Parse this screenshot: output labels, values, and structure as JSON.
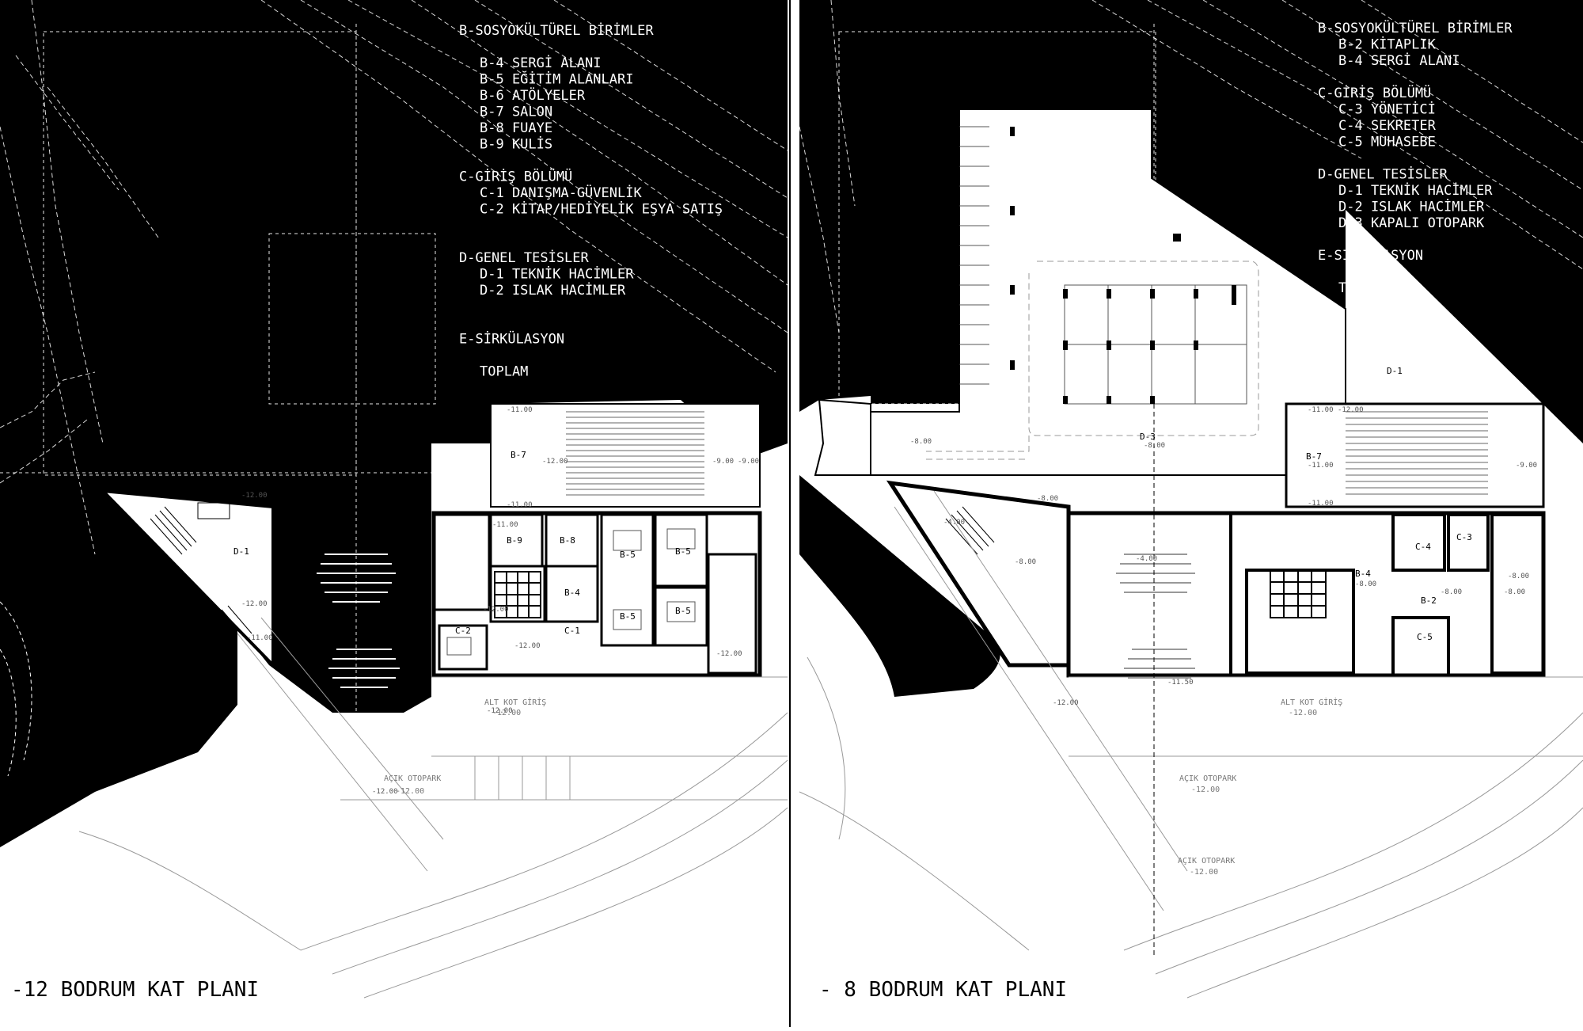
{
  "left_plan": {
    "title": "-12 BODRUM KAT PLANI",
    "legend": [
      {
        "text": "B-SOSYOKÜLTÜREL BİRİMLER",
        "indent": 0
      },
      {
        "text": "",
        "indent": 0
      },
      {
        "text": "B-4  SERGİ ALANI",
        "indent": 1
      },
      {
        "text": "B-5  EĞİTİM ALANLARI",
        "indent": 1
      },
      {
        "text": "B-6  ATÖLYELER",
        "indent": 1
      },
      {
        "text": "B-7  SALON",
        "indent": 1
      },
      {
        "text": "B-8  FUAYE",
        "indent": 1
      },
      {
        "text": "B-9  KULİS",
        "indent": 1
      },
      {
        "text": "",
        "indent": 0
      },
      {
        "text": "C-GİRİŞ BÖLÜMÜ",
        "indent": 0
      },
      {
        "text": "C-1  DANIŞMA-GÜVENLİK",
        "indent": 1
      },
      {
        "text": "C-2  KİTAP/HEDİYELİK EŞYA SATIŞ",
        "indent": 1
      },
      {
        "text": "",
        "indent": 0
      },
      {
        "text": "",
        "indent": 0
      },
      {
        "text": "D-GENEL TESİSLER",
        "indent": 0
      },
      {
        "text": "D-1  TEKNİK HACİMLER",
        "indent": 1
      },
      {
        "text": "D-2  ISLAK HACİMLER",
        "indent": 1
      },
      {
        "text": "",
        "indent": 0
      },
      {
        "text": "",
        "indent": 0
      },
      {
        "text": "E-SİRKÜLASYON",
        "indent": 0
      },
      {
        "text": "",
        "indent": 0
      },
      {
        "text": "TOPLAM",
        "indent": 1
      }
    ],
    "rooms": {
      "b4": "B-4",
      "b5a": "B-5",
      "b5b": "B-5",
      "b5c": "B-5",
      "b5d": "B-5",
      "b7": "B-7",
      "b8": "B-8",
      "b9": "B-9",
      "c1": "C-1",
      "c2": "C-2",
      "d1": "D-1"
    },
    "elevations": {
      "e1": "-12.00",
      "e2": "-11.00",
      "e3": "-12.00",
      "e4": "-11.00",
      "e5": "-9.00",
      "e6": "-9.00",
      "e7": "-11.00",
      "e8": "-12.00",
      "e9": "-12.00",
      "e10": "-12.00",
      "e11": "-12.00",
      "e12": "-11.00",
      "e13": "-12.00",
      "e14": "-12.00"
    },
    "site_labels": {
      "entry": "ALT KOT GİRİŞ",
      "entry_level": "-12.00",
      "parking": "AÇIK OTOPARK",
      "parking_level": "-12.00"
    }
  },
  "right_plan": {
    "title": "- 8 BODRUM KAT PLANI",
    "legend": [
      {
        "text": "B-SOSYOKÜLTÜREL BİRİMLER",
        "indent": 0
      },
      {
        "text": "B-2  KİTAPLIK",
        "indent": 1
      },
      {
        "text": "B-4  SERGİ ALANI",
        "indent": 1
      },
      {
        "text": "",
        "indent": 0
      },
      {
        "text": "C-GİRİŞ BÖLÜMÜ",
        "indent": 0
      },
      {
        "text": "C-3  YÖNETİCİ",
        "indent": 1
      },
      {
        "text": "C-4  SEKRETER",
        "indent": 1
      },
      {
        "text": "C-5  MUHASEBE",
        "indent": 1
      },
      {
        "text": "",
        "indent": 0
      },
      {
        "text": "D-GENEL TESİSLER",
        "indent": 0
      },
      {
        "text": "D-1  TEKNİK HACİMLER",
        "indent": 1
      },
      {
        "text": "D-2  ISLAK HACİMLER",
        "indent": 1
      },
      {
        "text": "D-3  KAPALI OTOPARK",
        "indent": 1
      },
      {
        "text": "",
        "indent": 0
      },
      {
        "text": "E-SİRKÜLASYON",
        "indent": 0
      },
      {
        "text": "",
        "indent": 0
      },
      {
        "text": "TOPLAM",
        "indent": 1
      }
    ],
    "rooms": {
      "b2": "B-2",
      "b4": "B-4",
      "b7": "B-7",
      "c3": "C-3",
      "c4": "C-4",
      "c5": "C-5",
      "d1": "D-1",
      "d3": "D-3"
    },
    "elevations": {
      "e1": "-8.00",
      "e2": "-8.00",
      "e3": "-8.00",
      "e4": "-11.00",
      "e5": "-11.00",
      "e6": "-11.00",
      "e7": "-12.00",
      "e8": "-9.00",
      "e9": "-4.00",
      "e10": "-8.00",
      "e11": "-8.00",
      "e12": "-8.00",
      "e13": "-8.00",
      "e14": "-4.00",
      "e15": "-11.50",
      "e16": "-12.00",
      "e17": "-8.00"
    },
    "site_labels": {
      "entry": "ALT KOT GİRİŞ",
      "entry_level": "-12.00",
      "parking": "AÇIK OTOPARK",
      "parking_level": "-12.00",
      "parking2": "AÇIK OTOPARK",
      "parking2_level": "-12.00"
    }
  },
  "colors": {
    "ink": "#000000",
    "paper": "#ffffff",
    "hatch": "#8a8a8a",
    "dim": "#9a9a9a"
  }
}
